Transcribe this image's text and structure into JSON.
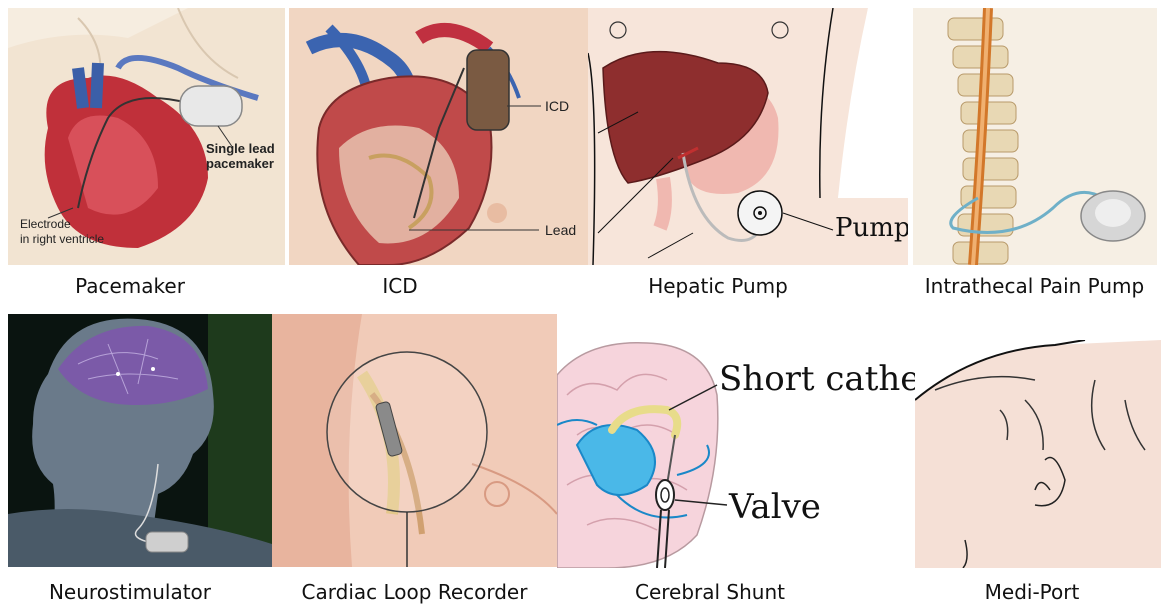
{
  "captions": {
    "pacemaker": "Pacemaker",
    "icd": "ICD",
    "hepatic_pump": "Hepatic Pump",
    "intrathecal": "Intrathecal Pain Pump",
    "neurostimulator": "Neurostimulator",
    "loop_recorder": "Cardiac Loop Recorder",
    "cerebral_shunt": "Cerebral Shunt",
    "medi_port": "Medi-Port"
  },
  "pacemaker_labels": {
    "single_lead_1": "Single lead",
    "single_lead_2": "pacemaker",
    "electrode_1": "Electrode",
    "electrode_2": "in right ventricle"
  },
  "icd_labels": {
    "icd": "ICD",
    "lead": "Lead"
  },
  "hepatic_labels": {
    "pump": "Pump"
  },
  "shunt_labels": {
    "short_catheter": "Short catheter",
    "valve": "Valve"
  }
}
